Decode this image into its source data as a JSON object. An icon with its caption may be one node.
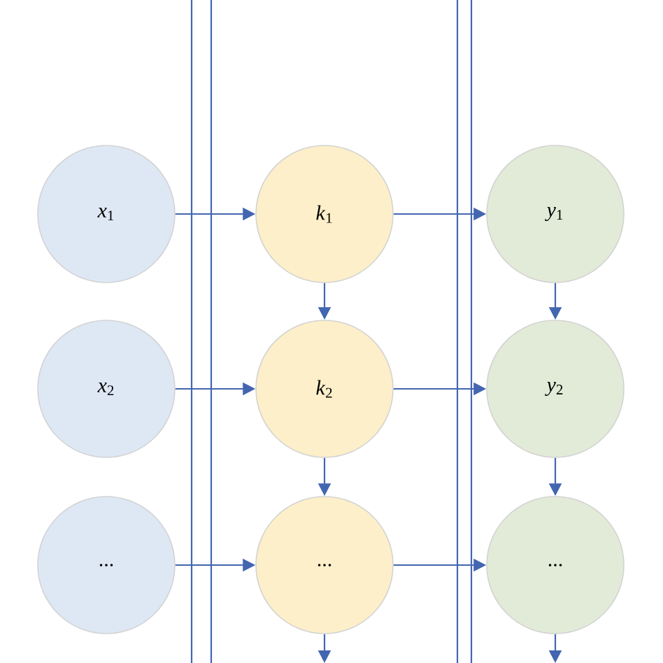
{
  "diagram": {
    "nodes": [
      {
        "text": [
          "*x*$_{1}$"
        ]
      },
      {
        "text": [
          "*k*$_{1}$"
        ]
      },
      {
        "text": [
          "*y*$_{1}$"
        ]
      },
      {
        "text": [
          "*x*$_{2}$"
        ]
      },
      {
        "text": [
          "*k*$_{2}$"
        ]
      },
      {
        "text": [
          "*y*$_{2}$"
        ]
      },
      {
        "text": [
          "..."
        ]
      },
      {
        "text": [
          "..."
        ]
      },
      {
        "text": [
          "..."
        ]
      }
    ],
    "edges": [
      {
        "from": 0,
        "to": 1,
        "arrow": "to"
      },
      {
        "from": 1,
        "to": 2,
        "arrow": "to"
      },
      {
        "from": 1,
        "to": 4,
        "arrow": "to"
      },
      {
        "from": 2,
        "to": 5,
        "arrow": "to"
      },
      {
        "from": 3,
        "to": 4,
        "arrow": "to"
      },
      {
        "from": 4,
        "to": 5,
        "arrow": "to"
      },
      {
        "from": 4,
        "to": 7,
        "arrow": "to"
      },
      {
        "from": 5,
        "to": 8,
        "arrow": "to"
      },
      {
        "from": 6,
        "to": 7,
        "arrow": "to"
      },
      {
        "from": 7,
        "to": 8,
        "arrow": "to"
      },
      {
        "from": 7,
        "to": null,
        "arrow": "to"
      },
      {
        "from": 8,
        "to": null,
        "arrow": "to"
      }
    ]
  }
}
